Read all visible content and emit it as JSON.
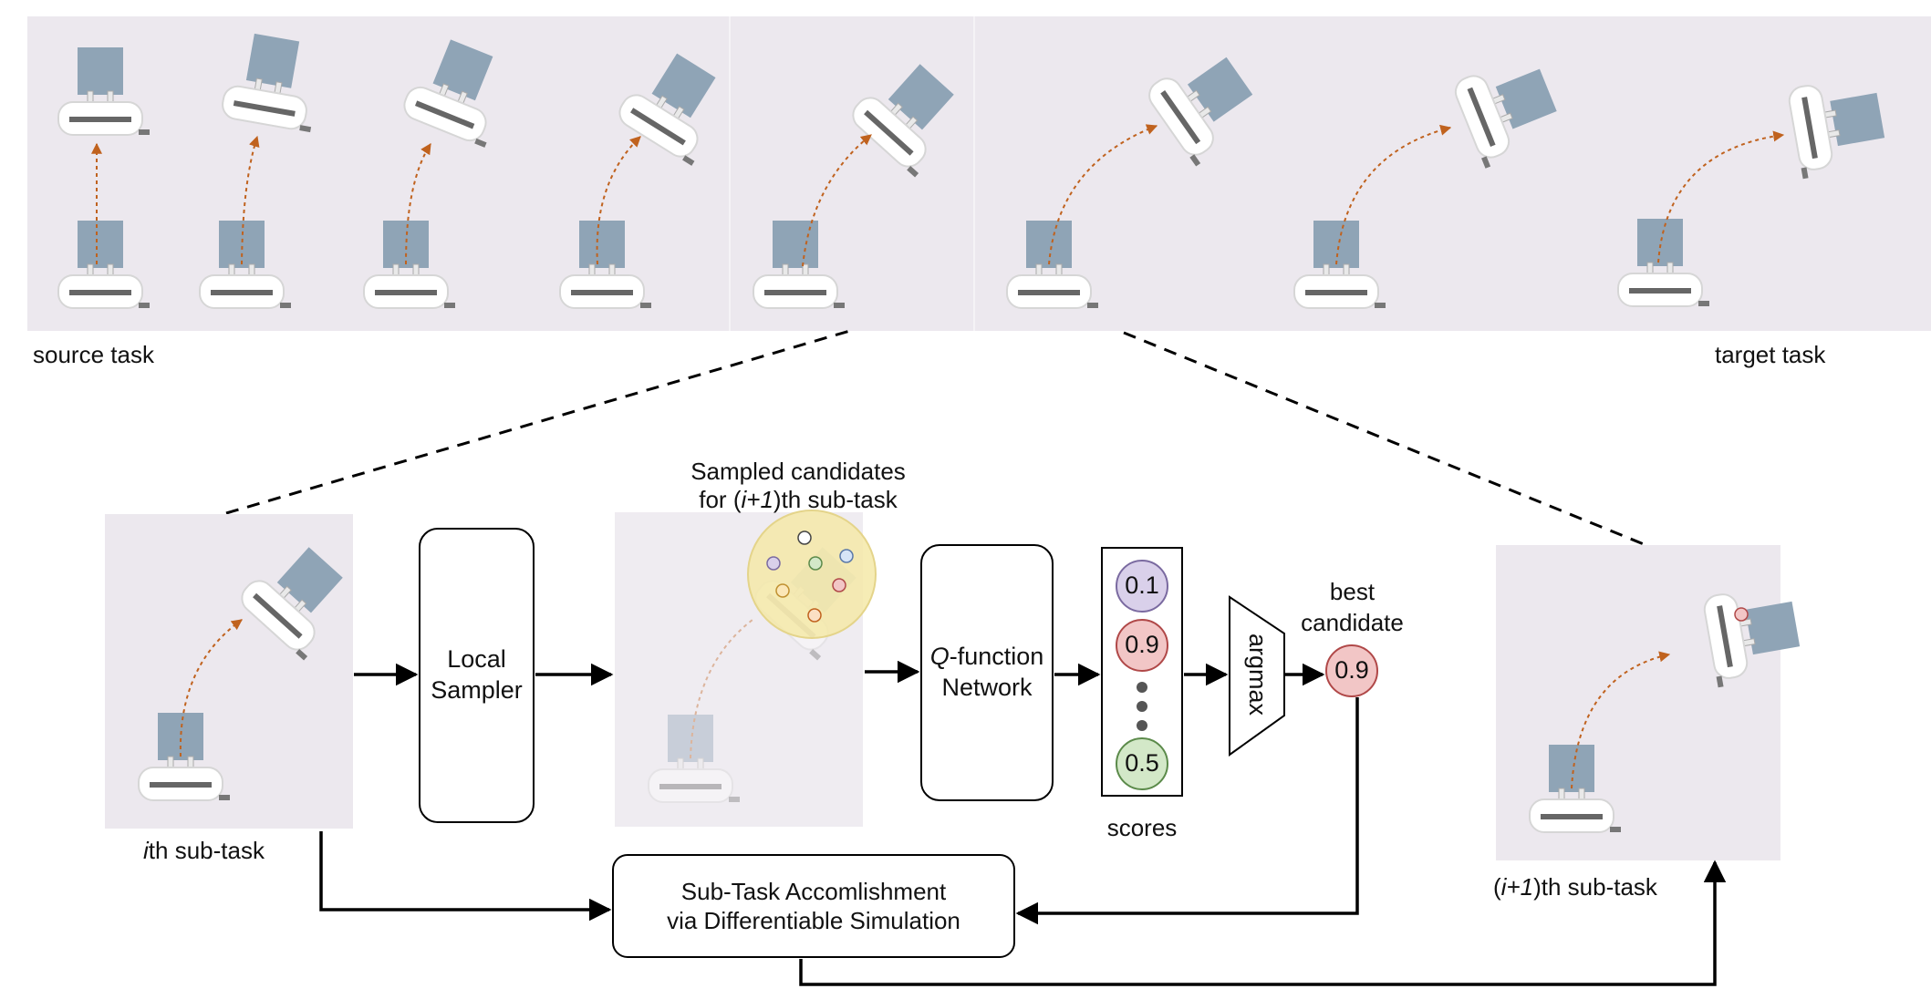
{
  "labels": {
    "source_task": "source task",
    "target_task": "target task",
    "ith_subtask_italic": "i",
    "ith_subtask_rest": "th sub-task",
    "next_subtask_open": "(",
    "next_subtask_italic": "i+1",
    "next_subtask_close": ")th sub-task",
    "sampled_line1": "Sampled candidates",
    "sampled_line2_pre": "for (",
    "sampled_line2_italic": "i+1",
    "sampled_line2_post": ")th sub-task",
    "scores": "scores",
    "best_line1": "best",
    "best_line2": "candidate"
  },
  "blocks": {
    "local_sampler_line1": "Local",
    "local_sampler_line2": "Sampler",
    "qfunction_italic": "Q",
    "qfunction_line1_rest": "-function",
    "qfunction_line2": "Network",
    "argmax": "argmax",
    "accomplish_line1": "Sub-Task Accomlishment",
    "accomplish_line2": "via Differentiable Simulation"
  },
  "scores": [
    {
      "value": "0.1",
      "color": "#d9d0ea",
      "stroke": "#7a6aa0"
    },
    {
      "value": "0.9",
      "color": "#f2c6c6",
      "stroke": "#b04848"
    },
    {
      "value": "0.5",
      "color": "#d3e8c8",
      "stroke": "#5b8a4a"
    }
  ],
  "best_score": "0.9",
  "colors": {
    "panel_bg": "#ece8ee",
    "robot_blue": "#8fa4b6",
    "trajectory": "#c0621e",
    "candidate_cloud": "#f4e9a8"
  }
}
